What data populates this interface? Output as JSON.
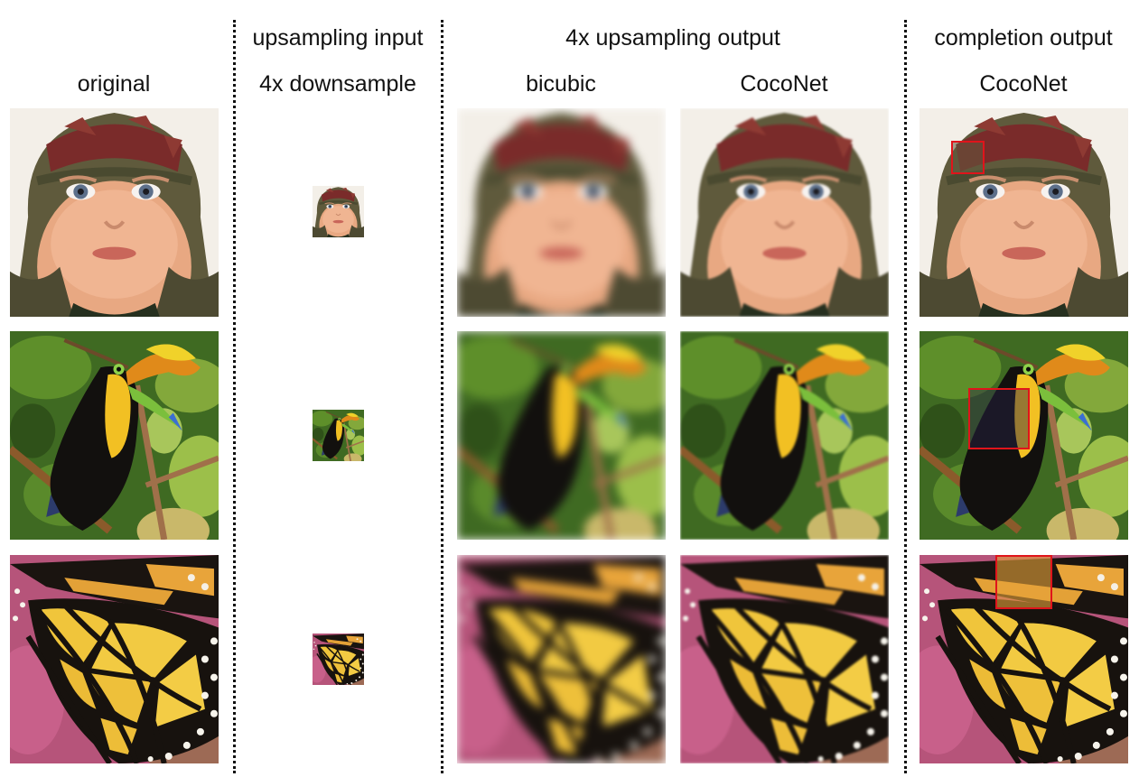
{
  "headers": {
    "upsampling_input": "upsampling input",
    "upsampling_output": "4x upsampling output",
    "completion_output": "completion output"
  },
  "columns": {
    "original": "original",
    "downsample": "4x downsample",
    "bicubic": "bicubic",
    "coconet_upsample": "CocoNet",
    "coconet_completion": "CocoNet"
  },
  "rows": [
    {
      "subject": "baby-in-knit-hat"
    },
    {
      "subject": "toucan-on-branch"
    },
    {
      "subject": "monarch-butterfly-wing"
    }
  ],
  "colors": {
    "completion_box": "#e0141b",
    "divider": "#111111"
  }
}
